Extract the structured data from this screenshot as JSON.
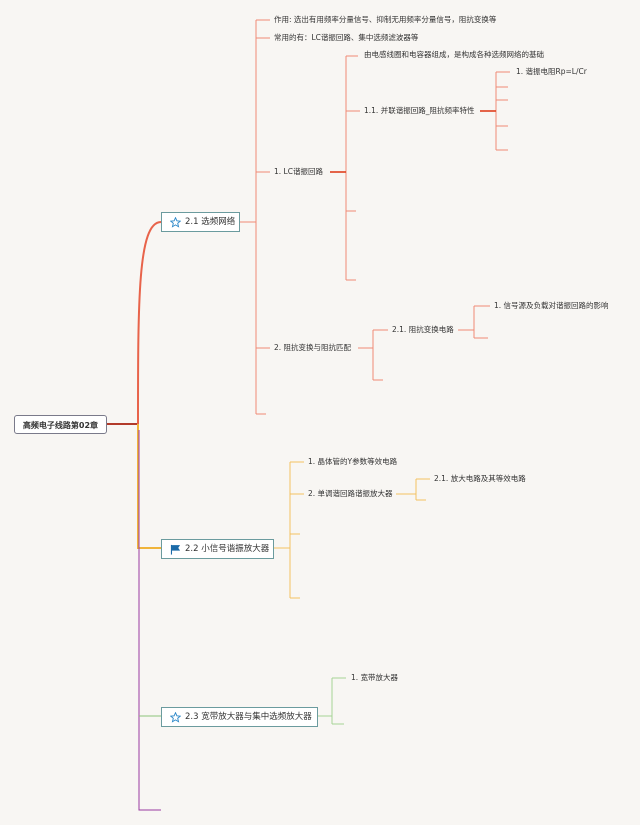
{
  "root": {
    "label": "高频电子线路第02章"
  },
  "main_topics": [
    {
      "label": "2.1 选频网络",
      "icon": "star-outline-icon",
      "color": "#e8634a"
    },
    {
      "label": "2.2 小信号谐振放大器",
      "icon": "flag-icon",
      "color": "#f0b43a"
    },
    {
      "label": "2.3 宽带放大器与集中选频放大器",
      "icon": "star-outline-icon",
      "color": "#8cc47a"
    }
  ],
  "branch1": {
    "note1": "作用: 选出有用频率分量信号、抑制无用频率分量信号，阻抗变换等",
    "note2": "常用的有：LC谐振回路、集中选频滤波器等",
    "lc": {
      "label": "1. LC谐振回路",
      "desc": "由电感线圈和电容器组成，是构成各种选频网络的基础",
      "parallel": "1.1. 并联谐振回路_阻抗频率特性",
      "rp": "1. 谐振电阻Rp=L/Cr"
    },
    "impedance": {
      "label": "2. 阻抗变换与阻抗匹配",
      "circuit": "2.1. 阻抗变换电路",
      "effect": "1. 信号源及负载对谐振回路的影响"
    }
  },
  "branch2": {
    "item1": "1. 晶体管的Y参数等效电路",
    "item2": "2. 单调谐回路谐振放大器",
    "item2_sub": "2.1. 放大电路及其等效电路"
  },
  "branch3": {
    "item1": "1. 宽带放大器"
  }
}
